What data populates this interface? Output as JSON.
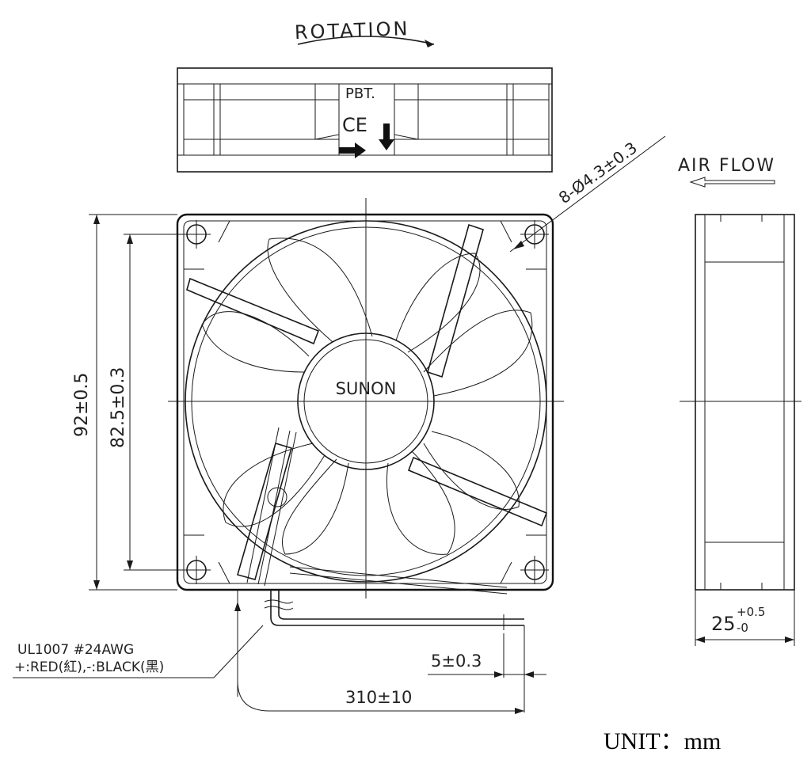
{
  "labels": {
    "rotation": "ROTATION",
    "material": "PBT.",
    "ce_mark": "CE",
    "air_flow": "AIR FLOW",
    "brand": "SUNON",
    "holes": "8-Ø4.3±0.3",
    "height_outer": "92±0.5",
    "height_inner": "82.5±0.3",
    "thickness_base": "25",
    "thickness_upper": "+0.5",
    "thickness_lower": "-0",
    "wire_spec": "UL1007  #24AWG",
    "wire_colors": "+:RED(紅),-:BLACK(黑)",
    "strip_length": "5±0.3",
    "lead_length": "310±10",
    "unit": "UNIT：mm"
  },
  "colors": {
    "line": "#1a1a1a",
    "background": "#ffffff"
  },
  "icons": {
    "rotation_arrow": "curved-arrow-right-icon",
    "air_flow_arrow": "arrow-left-icon",
    "flow_direction_arrow": "arrow-down-icon"
  }
}
